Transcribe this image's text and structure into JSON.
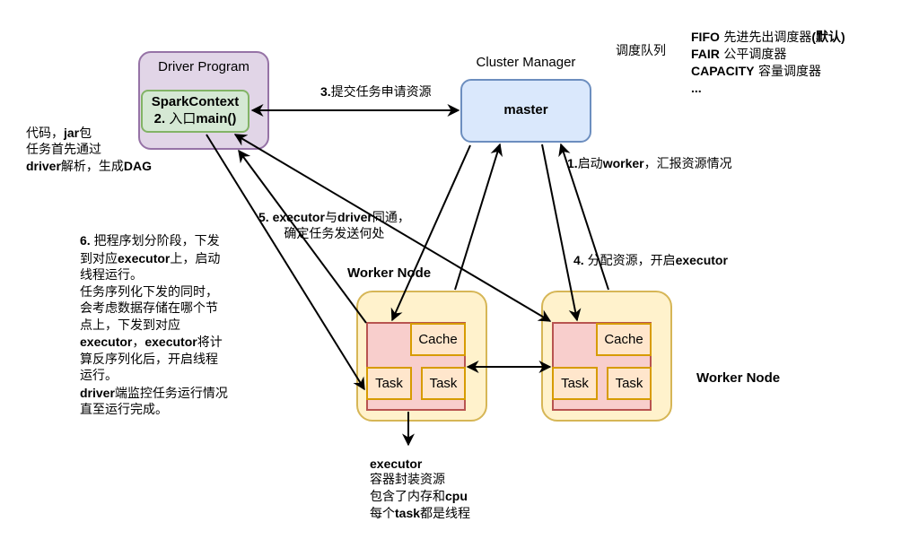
{
  "driver": {
    "title": "Driver Program",
    "spark_context": "SparkContext",
    "entry_num": "2. ",
    "entry_cn": "入口",
    "entry_fn": "main()"
  },
  "cluster_manager": {
    "title": "Cluster Manager",
    "master": "master"
  },
  "scheduler": {
    "label": "调度队列",
    "items": [
      {
        "name": "FIFO",
        "desc": " 先进先出调度器",
        "extra": "(默认)"
      },
      {
        "name": "FAIR",
        "desc": " 公平调度器",
        "extra": ""
      },
      {
        "name": "CAPACITY",
        "desc": " 容量调度器",
        "extra": ""
      },
      {
        "name": "...",
        "desc": "",
        "extra": ""
      }
    ]
  },
  "code_note": {
    "line1_a": "代码，",
    "line1_b": "jar",
    "line1_c": "包",
    "line2": "任务首先通过",
    "line3_a": "driver",
    "line3_b": "解析，生成",
    "line3_c": "DAG"
  },
  "steps": {
    "step1_num": "1.",
    "step1_a": "启动",
    "step1_b": "worker",
    "step1_c": "，汇报资源情况",
    "step3_num": "3.",
    "step3_text": "提交任务申请资源",
    "step4_num": "4. ",
    "step4_a": "分配资源，开启",
    "step4_b": "executor",
    "step5_num": "5. ",
    "step5_a": "executor",
    "step5_b": "与",
    "step5_c": "driver",
    "step5_d": "同通，",
    "step5_line2": "确定任务发送何处"
  },
  "step6": {
    "l1_num": "6. ",
    "l1_text": "把程序划分阶段，下发",
    "l2_a": "到对应",
    "l2_b": "executor",
    "l2_c": "上，启动",
    "l3": "线程运行。",
    "l4": "任务序列化下发的同时，",
    "l5": "会考虑数据存储在哪个节",
    "l6": "点上，下发到对应",
    "l7_a": "executor",
    "l7_b": "，",
    "l7_c": "executor",
    "l7_d": "将计",
    "l8": "算反序列化后，开启线程",
    "l9": "运行。",
    "l10_a": "driver",
    "l10_b": "端监控任务运行情况",
    "l11": "直至运行完成。"
  },
  "workers": [
    {
      "label": "Worker Node",
      "cache": "Cache",
      "tasks": [
        "Task",
        "Task"
      ]
    },
    {
      "label": "Worker Node",
      "cache": "Cache",
      "tasks": [
        "Task",
        "Task"
      ]
    }
  ],
  "executor_note": {
    "title": "executor",
    "l2": "容器封装资源",
    "l3_a": "包含了内存和",
    "l3_b": "cpu",
    "l4_a": "每个",
    "l4_b": "task",
    "l4_c": "都是线程"
  },
  "colors": {
    "driver_fill": "#e1d5e7",
    "driver_stroke": "#9673a6",
    "spark_fill": "#d5e8d4",
    "spark_stroke": "#82b366",
    "master_fill": "#dae8fc",
    "master_stroke": "#6c8ebf",
    "worker_fill": "#fff2cc",
    "worker_stroke": "#d6b656",
    "executor_fill": "#f8cecc",
    "executor_stroke": "#b85450",
    "slot_fill": "#ffe6cc",
    "slot_stroke": "#d79b00"
  }
}
